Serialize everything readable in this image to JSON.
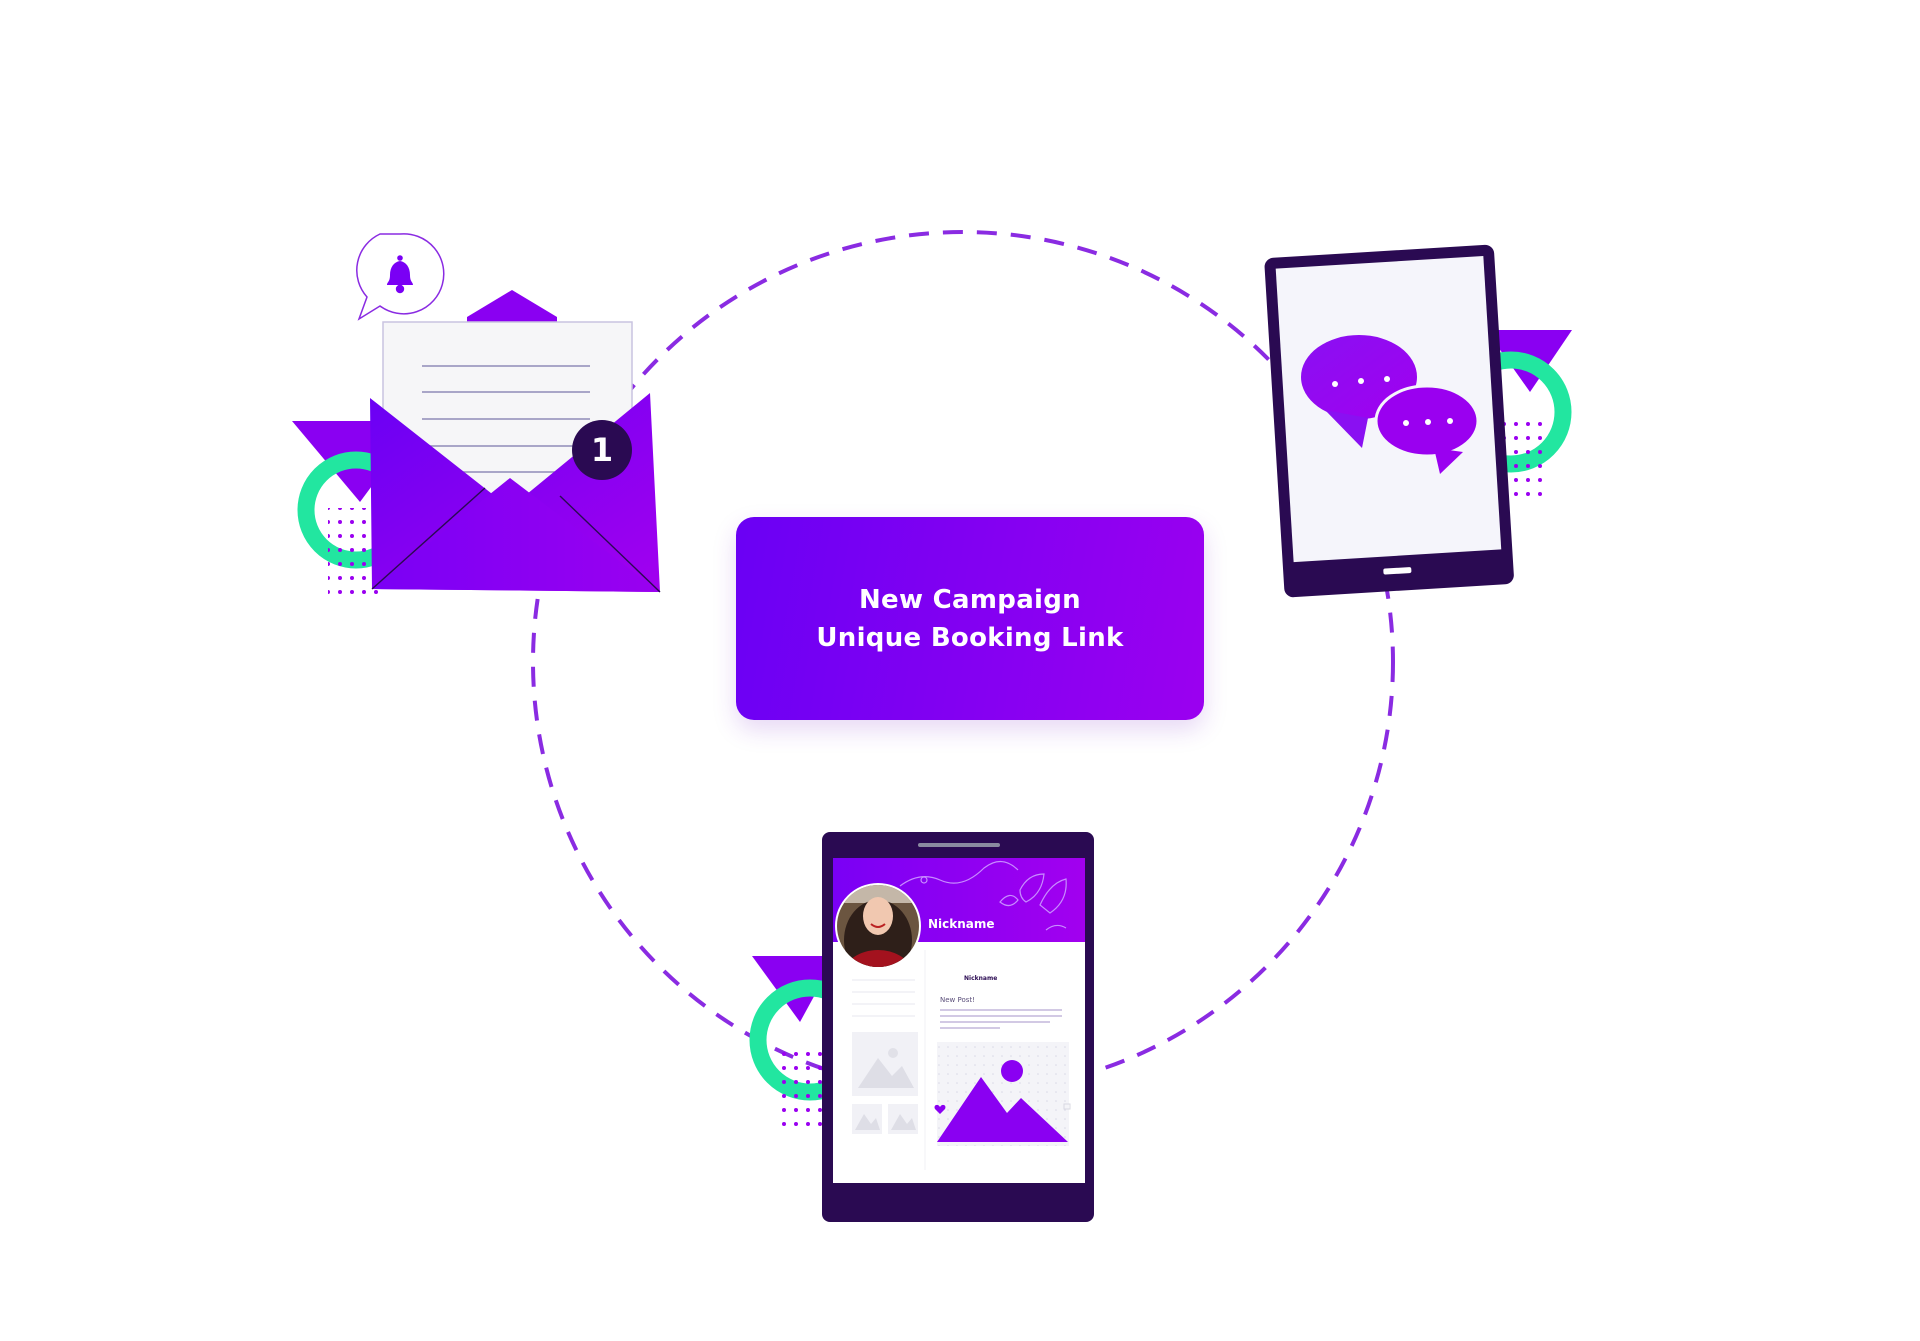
{
  "center_card": {
    "line1": "New Campaign",
    "line2": "Unique Booking Link"
  },
  "email": {
    "badge_count": "1"
  },
  "social_profile": {
    "nickname_header": "Nickname",
    "nickname_small": "Nickname",
    "post_label": "New Post!"
  },
  "icons": {
    "email": "envelope-icon",
    "notification": "bell-icon",
    "chat": "chat-bubbles-icon",
    "profile": "avatar-icon",
    "image": "image-placeholder-icon",
    "like": "heart-icon"
  },
  "colors": {
    "purple": "#7a00f5",
    "purple_light": "#a000f0",
    "dark_purple": "#2a0a52",
    "green": "#22e6a0",
    "dashed_ring": "#8a2be2"
  }
}
